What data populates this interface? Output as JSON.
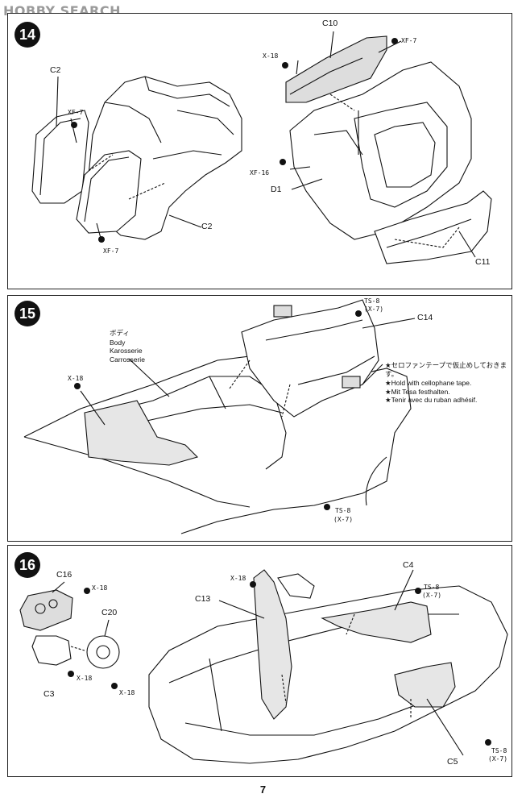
{
  "watermark": {
    "logo_text": "HOBBY SEARCH"
  },
  "page_number": "7",
  "step14": {
    "number": "14",
    "labels": {
      "c2_top": "C2",
      "xf7_top": "XF-7",
      "c2_bottom": "C2",
      "xf7_bottom": "XF-7",
      "c10": "C10",
      "xf7_c10": "XF-7",
      "x18": "X-18",
      "xf16": "XF-16",
      "d1": "D1",
      "c11": "C11"
    }
  },
  "step15": {
    "number": "15",
    "ts8_top": "TS-8",
    "x7_top": "(X-7)",
    "c14": "C14",
    "body_jp": "ボディ",
    "body_en": "Body",
    "body_de": "Karosserie",
    "body_fr": "Carrosserie",
    "x18": "X-18",
    "note_jp": "★セロファンテープで仮止めしておきます。",
    "note_en": "★Hold with cellophane tape.",
    "note_de": "★Mit Tesa festhalten.",
    "note_fr": "★Tenir avec du ruban adhésif.",
    "ts8_bottom": "TS-8",
    "x7_bottom": "(X-7)"
  },
  "step16": {
    "number": "16",
    "c16": "C16",
    "x18_c16": "X-18",
    "c20": "C20",
    "x18_c3": "X-18",
    "c3": "C3",
    "x18_c20": "X-18",
    "x18_c13": "X-18",
    "c13": "C13",
    "c4": "C4",
    "ts8_top": "TS-8",
    "x7_top": "(X-7)",
    "c5": "C5",
    "ts8_bottom": "TS-8",
    "x7_bottom": "(X-7)"
  }
}
